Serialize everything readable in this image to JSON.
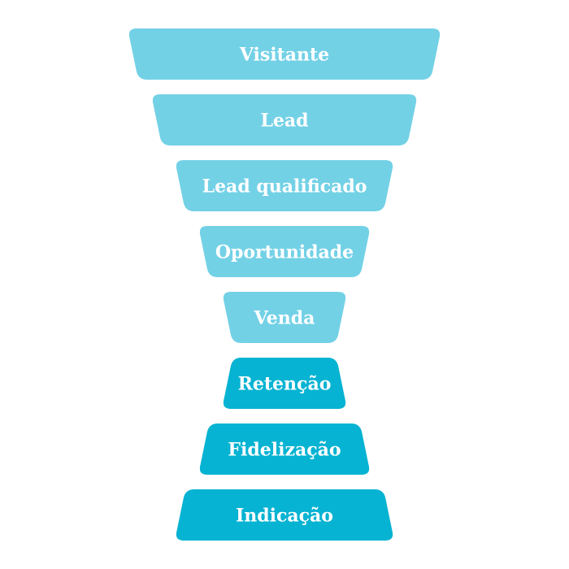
{
  "funnel": {
    "colors": {
      "light": "#73d1e6",
      "dark": "#06b3d2",
      "text": "#ffffff"
    },
    "stages": [
      {
        "label": "Visitante",
        "tone": "light"
      },
      {
        "label": "Lead",
        "tone": "light"
      },
      {
        "label": "Lead qualificado",
        "tone": "light"
      },
      {
        "label": "Oportunidade",
        "tone": "light"
      },
      {
        "label": "Venda",
        "tone": "light"
      },
      {
        "label": "Retenção",
        "tone": "dark"
      },
      {
        "label": "Fidelização",
        "tone": "dark"
      },
      {
        "label": "Indicação",
        "tone": "dark"
      }
    ]
  }
}
